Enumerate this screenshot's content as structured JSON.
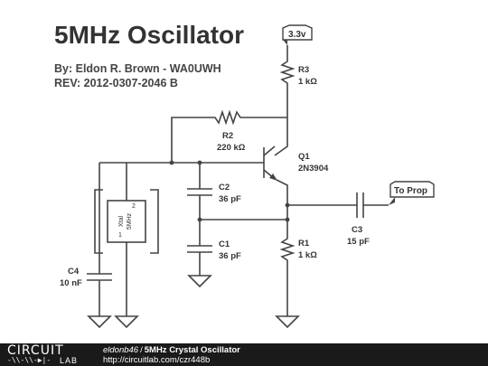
{
  "title": "5MHz Oscillator",
  "byline": "By: Eldon R. Brown - WA0UWH",
  "revision": "REV: 2012-0307-2046 B",
  "ports": {
    "supply": "3.3v",
    "output": "To Prop"
  },
  "components": {
    "R3": {
      "ref": "R3",
      "value": "1 kΩ"
    },
    "R2": {
      "ref": "R2",
      "value": "220 kΩ"
    },
    "Q1": {
      "ref": "Q1",
      "value": "2N3904"
    },
    "C2": {
      "ref": "C2",
      "value": "36 pF"
    },
    "C1": {
      "ref": "C1",
      "value": "36 pF"
    },
    "C3": {
      "ref": "C3",
      "value": "15 pF"
    },
    "R1": {
      "ref": "R1",
      "value": "1 kΩ"
    },
    "C4": {
      "ref": "C4",
      "value": "10 nF"
    },
    "Xtal": {
      "name": "Xtal",
      "freq": "5MHz",
      "pin1": "1",
      "pin2": "2"
    }
  },
  "footer": {
    "logo_top": "CIRCUIT",
    "logo_bottom": "LAB",
    "logo_symbol": "-\\\\-\\\\-▶|-",
    "author": "eldonb46",
    "separator": "/",
    "circuit_title": "5MHz Crystal Oscillator",
    "url": "http://circuitlab.com/czr448b"
  }
}
